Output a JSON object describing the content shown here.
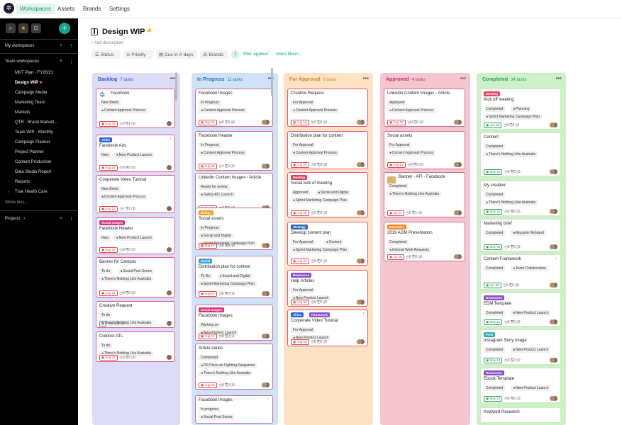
{
  "topnav": {
    "workspaces": "Workspaces",
    "assets": "Assets",
    "brands": "Brands",
    "settings": "Settings"
  },
  "sidebar": {
    "my_workspaces": "My workspaces",
    "team_workspaces": "Team workspaces",
    "items": [
      {
        "label": "MKT Plan - FY20/21"
      },
      {
        "label": "Design WIP"
      },
      {
        "label": "Campaign Media"
      },
      {
        "label": "Marketing Team"
      },
      {
        "label": "Markets"
      },
      {
        "label": "QTR - Brand Marketi..."
      },
      {
        "label": "Team WIP - Monthly"
      },
      {
        "label": "Campaign Planner"
      },
      {
        "label": "Project Planner"
      },
      {
        "label": "Content Production"
      },
      {
        "label": "Data Studio Report"
      },
      {
        "label": "Reports"
      },
      {
        "label": "True Health Care"
      }
    ],
    "show_less": "Show less...",
    "projects": "Projects"
  },
  "page": {
    "title": "Design WIP",
    "add_description": "+ Add description"
  },
  "filters": {
    "status": "Status",
    "priority": "Priority",
    "due": "Due in X days",
    "brands": "Brands",
    "count": "1",
    "applied": "filter applied",
    "more": "More filters..."
  },
  "columns": [
    {
      "title": "Backlog",
      "count": "7 tasks",
      "color": "#dcdcf7",
      "text": "#3a55c8",
      "cards": [
        {
          "title": "Facebook",
          "chips": [
            "New Briefs",
            "Content Approval Process"
          ],
          "date": "Aug 25",
          "stats": "0 ⎘1 ▯0"
        },
        {
          "tag": "Video",
          "title": "Facebook Ads",
          "chips": [
            "New",
            "New Product Launch"
          ],
          "date": "Aug 25",
          "stats": "0 ⎘0 ▯0"
        },
        {
          "title": "Cooperate Video Tutorial",
          "chips": [
            "New Briefs",
            "Content Approval Process"
          ],
          "date": "Aug 13",
          "stats": "1 ⎘1 ▯0"
        },
        {
          "tag": "Social Images",
          "title": "Facebook Header",
          "chips": [
            "New",
            "New Product Launch"
          ],
          "date": "Aug 09",
          "stats": "0 ⎘0 ▯0"
        },
        {
          "title": "Banner for Campus",
          "chips": [
            "To do",
            "Social Post Series",
            "There's Nothing Like Australia"
          ],
          "date": "Aug 21",
          "stats": "0 ⎘0 ▯0"
        },
        {
          "title": "Creative Request",
          "chips": [
            "To do",
            "There's Nothing Like Australia"
          ],
          "date": "",
          "stats": "0 ⎘0 ▯0"
        },
        {
          "title": "Outdoor ATL",
          "chips": [
            "To do",
            "There's Nothing Like Australia"
          ],
          "date": "Aug 21",
          "stats": "0 ⎘0 ▯0"
        }
      ]
    },
    {
      "title": "In Progress",
      "count": "11 tasks",
      "color": "#cfe2f7",
      "text": "#2b6cb0",
      "cards": [
        {
          "title": "Facebook Images",
          "chips": [
            "In Progress",
            "Content Approval Process"
          ],
          "date": "Sep 04",
          "stats": "0 ⎘0 ▯0"
        },
        {
          "title": "Facebook Header",
          "chips": [
            "In Progress",
            "Content Approval Process"
          ],
          "date": "Aug 09",
          "stats": "1 ⎘0 ▯0"
        },
        {
          "title": "Linkedin Content Images - Article",
          "chips": [
            "Ready for review",
            "Safety ATL Launch"
          ],
          "date": "Sep 02",
          "stats": "0 ⎘0 ▯0"
        },
        {
          "tag": "Design",
          "title": "Social assets",
          "chips": [
            "In Progress",
            "Social and Digital",
            "Sprint Marketing Campaign Plan"
          ],
          "date": "Aug 15",
          "stats": "0 ⎘0 ▯0"
        },
        {
          "tag": "Social",
          "title": "Distribution plan for content",
          "chips": [
            "To Do",
            "Social and Digital",
            "Sprint Marketing Campaign Plan"
          ],
          "date": "Aug 20",
          "stats": "0 ⎘0 ▯0"
        },
        {
          "tag": "Social Images",
          "title": "Facebook Images",
          "chips": [
            "Working on",
            "New Product Launch"
          ],
          "date": "Aug 15",
          "stats": "0 ⎘0 ▯1"
        },
        {
          "title": "Article series",
          "chips": [
            "Completed",
            "PR Piece on Fighting Kangaroos",
            "There's Nothing Like Australia"
          ],
          "date": "Aug 20",
          "stats": "0 ⎘0 ▯0"
        },
        {
          "title": "Facebook Images",
          "chips": [
            "In progress",
            "Social Post Series"
          ],
          "date": "",
          "stats": ""
        }
      ]
    },
    {
      "title": "For Approval",
      "count": "6 tasks",
      "color": "#fde3c4",
      "text": "#d9822b",
      "cards": [
        {
          "title": "Creative Request",
          "chips": [
            "For Approval",
            "Content Approval Process"
          ],
          "date": "Aug 18",
          "stats": "0 ⎘0 ▯0"
        },
        {
          "title": "Distribution plan for content",
          "chips": [
            "For Approval",
            "Content Approval Process"
          ],
          "date": "Aug 20",
          "stats": "0 ⎘0 ▯0"
        },
        {
          "tag": "Meeting",
          "title": "Social kick of meeting",
          "chips": [
            "Approved",
            "Social and Digital",
            "Sprint Marketing Campaign Plan"
          ],
          "date": "Aug 09",
          "stats": "0 ⎘0 ▯0"
        },
        {
          "tag": "Strategy",
          "title": "Develop content plan",
          "chips": [
            "For Approval",
            "Content",
            "Sprint Marketing Campaign Plan"
          ],
          "date": "Aug 24",
          "stats": "0 ⎘0 ▯0"
        },
        {
          "tag": "Resources",
          "title": "Help Articles",
          "chips": [
            "For Approval",
            "New Product Launch"
          ],
          "date": "Aug 09",
          "stats": "0 ⎘0 ▯0"
        },
        {
          "tags": [
            "Video",
            "Resources"
          ],
          "title": "Cooperate Video Tutorial",
          "chips": [
            "For Approval",
            "New Product Launch"
          ],
          "date": "Aug 15",
          "stats": "0 ⎘0 ▯0"
        }
      ]
    },
    {
      "title": "Approved",
      "count": "4 tasks",
      "color": "#f5c6d0",
      "text": "#c0345a",
      "cards": [
        {
          "title": "Linkedin Content Images - Article",
          "chips": [
            "Approved",
            "Content Approval Process"
          ],
          "date": "Sep 02",
          "stats": "0 ⎘0 ▯0"
        },
        {
          "title": "Social assets",
          "chips": [
            "For Approval",
            "Content Approval Process"
          ],
          "date": "Aug 15",
          "stats": "0 ⎘0 ▯0"
        },
        {
          "title": "Banner - AFI - Facebook",
          "chips": [
            "Completed",
            "There's Nothing Like Australia"
          ],
          "date": "Jul 21",
          "stats": "0 ⎘1 ▯0"
        },
        {
          "tag": "Executive",
          "title": "2019 AGM Presentation",
          "chips": [
            "Completed",
            "Internal Work Requests"
          ],
          "date": "Jul 25",
          "stats": "0 ⎘0 ▯0"
        }
      ]
    },
    {
      "title": "Completed",
      "count": "34 tasks",
      "color": "#cdf0c8",
      "text": "#2e9e57",
      "cards": [
        {
          "tag": "Meeting",
          "title": "Kick off meeting",
          "chips": [
            "Completed",
            "Planning",
            "Sprint Marketing Campaign Plan"
          ],
          "date": "Jun 26",
          "stats": "0 ⎘0 ▯0"
        },
        {
          "title": "Content",
          "chips": [
            "Completed",
            "There's Nothing Like Australia"
          ],
          "date": "May 21",
          "stats": "0 ⎘0 ▯0"
        },
        {
          "title": "My creative",
          "chips": [
            "Completed",
            "There's Nothing Like Australia"
          ],
          "date": "May 19",
          "stats": "0 ⎘0 ▯0"
        },
        {
          "title": "Marketing brief",
          "chips": [
            "Completed",
            "Alaconte Rebrand"
          ],
          "date": "May 28",
          "stats": "0 ⎘0 ▯0"
        },
        {
          "title": "Content Framework",
          "chips": [
            "Completed",
            "Team Collaboration"
          ],
          "date": "Apr 30",
          "stats": "0 ⎘0 ▯0"
        },
        {
          "tag": "Resources",
          "title": "EDM Template",
          "chips": [
            "Completed",
            "New Product Launch"
          ],
          "date": "May 13",
          "stats": "0 ⎘0 ▯0"
        },
        {
          "tag": "Print",
          "title": "Instagram Story Image",
          "chips": [
            "Completed",
            "New Product Launch"
          ],
          "date": "May 13",
          "stats": "0 ⎘0 ▯0"
        },
        {
          "tag": "Resources",
          "title": "Ebook Template",
          "chips": [
            "Completed",
            "New Product Launch"
          ],
          "date": "May 13",
          "stats": "0 ⎘0 ▯0"
        },
        {
          "title": "Keyword Research",
          "chips": [],
          "date": "",
          "stats": ""
        }
      ]
    }
  ]
}
